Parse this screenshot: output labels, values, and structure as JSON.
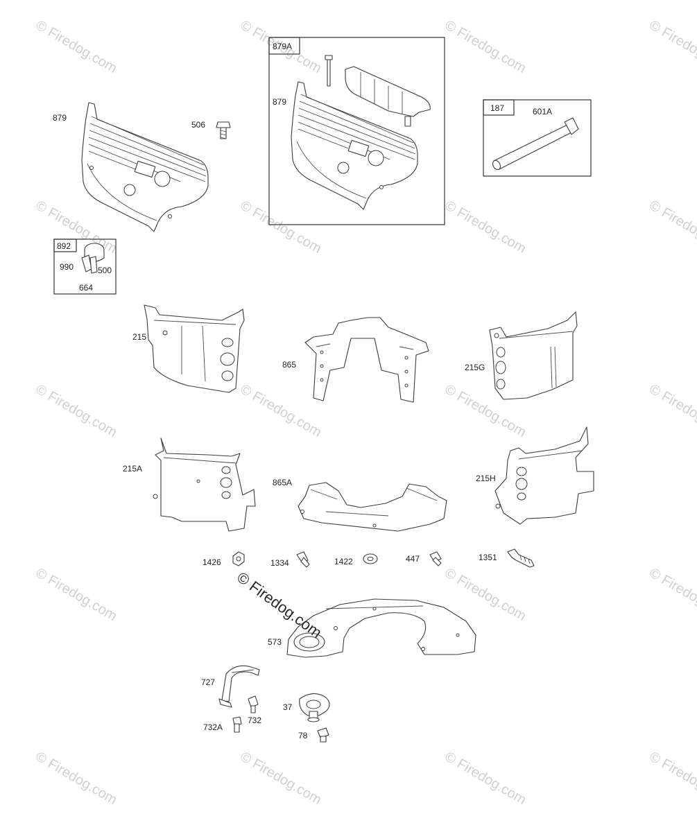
{
  "watermark": {
    "text": "© Firedog.com",
    "center_text": "© Firedog.com"
  },
  "groups": [
    {
      "id": "879A",
      "items": [
        "879"
      ]
    },
    {
      "id": "187",
      "items": [
        "601A"
      ]
    },
    {
      "id": "892",
      "items": [
        "990",
        "500",
        "664"
      ]
    }
  ],
  "labels": {
    "p879_left": "879",
    "p506": "506",
    "g879A": "879A",
    "p879_box": "879",
    "g187": "187",
    "p601A": "601A",
    "g892": "892",
    "p990": "990",
    "p500": "500",
    "p664": "664",
    "p215": "215",
    "p865": "865",
    "p215G": "215G",
    "p215A": "215A",
    "p865A": "865A",
    "p215H": "215H",
    "p1426": "1426",
    "p1334": "1334",
    "p1422": "1422",
    "p447": "447",
    "p1351": "1351",
    "p573": "573",
    "p727": "727",
    "p37": "37",
    "p732A": "732A",
    "p732": "732",
    "p78": "78"
  }
}
